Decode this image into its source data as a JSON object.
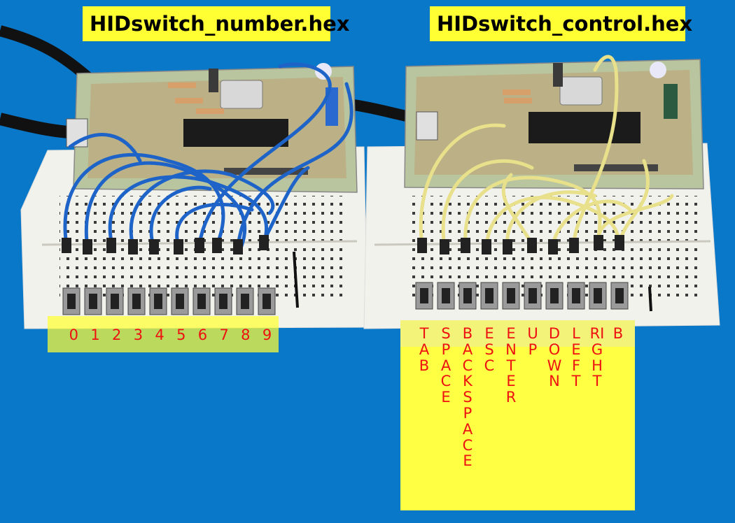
{
  "titles": {
    "left": "HIDswitch_number.hex",
    "right": "HIDswitch_control.hex"
  },
  "digit_labels": [
    "0",
    "1",
    "2",
    "3",
    "4",
    "5",
    "6",
    "7",
    "8",
    "9"
  ],
  "control_labels": [
    "TAB",
    "SPACE",
    "BACKSPACE",
    "ESC",
    "ENTER",
    "UP",
    "DOWN",
    "LEFT",
    "RIGHT"
  ],
  "extra_label": "B",
  "colors": {
    "background": "#0a78c8",
    "label_bg": "#ffff44",
    "label_text": "#ee1111",
    "wire_left": "#1e64c8",
    "wire_right": "#e8e08a",
    "pcb": "#b8c8a0",
    "breadboard": "#f4f4ee"
  }
}
